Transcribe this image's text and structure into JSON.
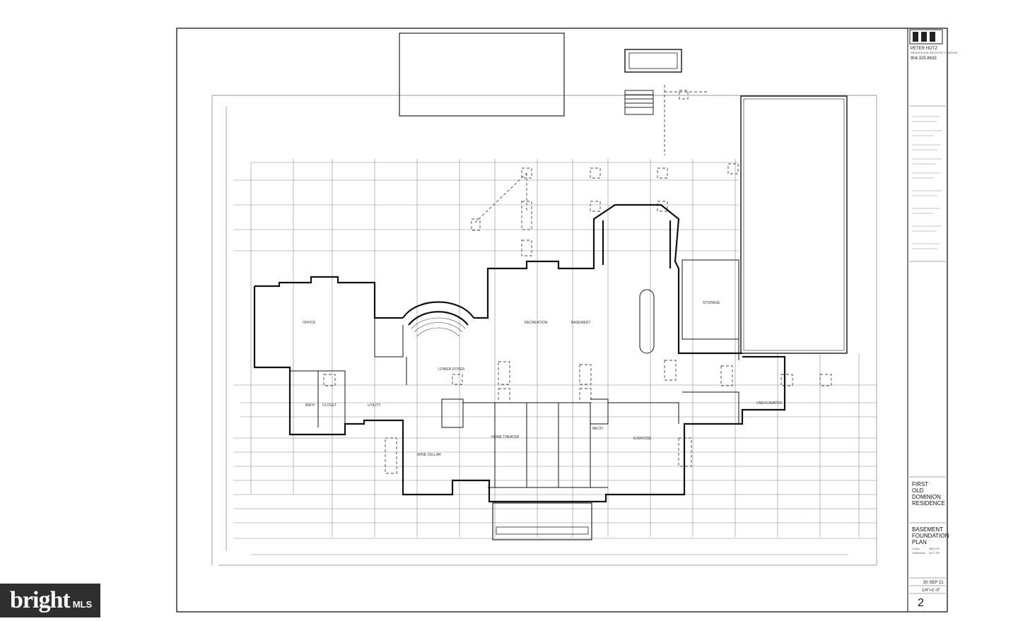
{
  "title_block": {
    "firm_name": "PETER HOTZ",
    "firm_subtitle": "RESIDENTIAL ARCHITECT DESIGN",
    "phone": "904.325.8633",
    "project_line1": "FIRST",
    "project_line2": "OLD",
    "project_line3": "DOMINION",
    "project_line4": "RESIDENCE",
    "sheet_title_line1": "BASEMENT",
    "sheet_title_line2": "FOUNDATION",
    "sheet_title_line3": "PLAN",
    "area_living_label": "Living",
    "area_living_value": "5804 SF",
    "area_unfinished_label": "Unfinished",
    "area_unfinished_value": "1077 SF",
    "date": "30 SEP 21",
    "scale": "1/4\"=1'-0\"",
    "sheet_number": "2"
  },
  "rooms": {
    "office": "OFFICE",
    "recreation": "RECREATION",
    "basement": "BASEMENT",
    "storage": "STORAGE",
    "lower_foyer": "LOWER FOYER",
    "bath": "BATH",
    "closet": "CLOSET",
    "utility": "UTILITY",
    "wine_cellar": "WINE CELLAR",
    "home_theater": "HOME THEATER",
    "exercise": "EXERCISE",
    "mech": "MECH",
    "unexcavated": "UNEXCAVATED"
  },
  "watermark": {
    "brand": "bright",
    "suffix": "MLS",
    "accent_color": "#ffffff",
    "background_color": "#2f2f2f"
  }
}
